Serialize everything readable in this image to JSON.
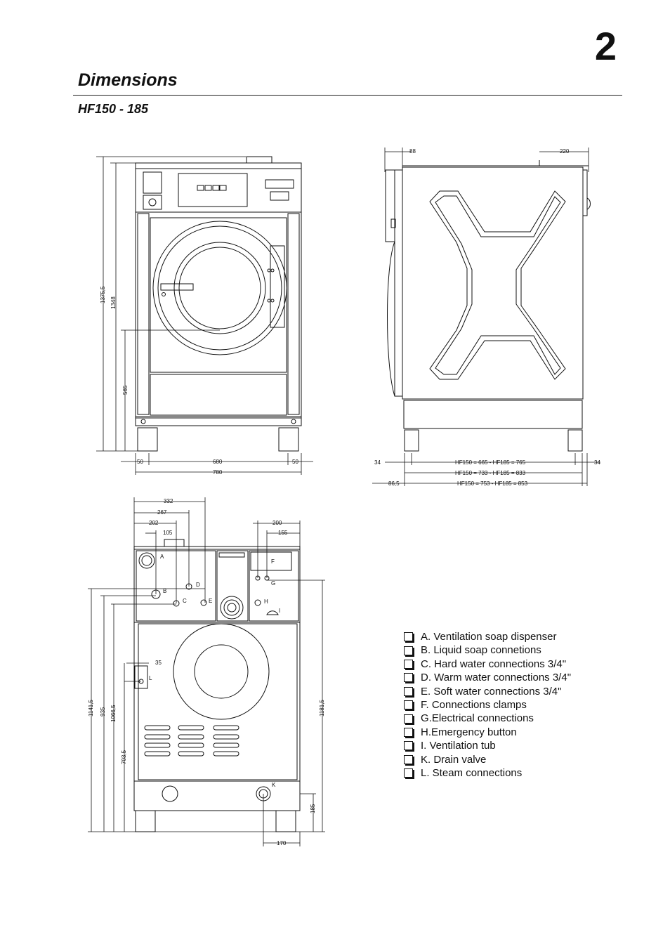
{
  "page": {
    "chapter_number": "2",
    "title": "Dimensions",
    "subtitle": "HF150 - 185"
  },
  "front_view": {
    "height_total": "1375,5",
    "height_body": "1348",
    "height_door_center": "565",
    "width_left_margin": "50",
    "width_inner": "680",
    "width_right_margin": "50",
    "width_total": "780"
  },
  "side_view": {
    "top_left_offset": "88",
    "top_right_offset": "220",
    "left_offset": "34",
    "right_offset": "34",
    "depth_inner": "HF150 = 665 - HF185 = 765",
    "depth_mid": "HF150 = 733 - HF185 = 833",
    "depth_total": "HF150 = 753 - HF185 = 853",
    "left_extra": "86,5"
  },
  "rear_view": {
    "dim_332": "332",
    "dim_267": "267",
    "dim_202": "202",
    "dim_105": "105",
    "dim_200": "200",
    "dim_155": "155",
    "dim_35": "35",
    "dim_1141": "1141,5",
    "dim_935": "935",
    "dim_1066": "1066,5",
    "dim_703": "703,5",
    "dim_1181": "1181,5",
    "dim_185": "185",
    "dim_170": "170",
    "labels": {
      "a": "A",
      "b": "B",
      "c": "C",
      "d": "D",
      "e": "E",
      "f": "F",
      "g": "G",
      "h": "H",
      "i": "I",
      "k": "K",
      "l": "L"
    }
  },
  "legend": [
    "A. Ventilation soap dispenser",
    "B. Liquid soap connetions",
    "C. Hard water connections 3/4\"",
    "D. Warm water connections 3/4\"",
    "E. Soft water connections 3/4\"",
    "F. Connections clamps",
    "G.Electrical connections",
    "H.Emergency button",
    "I.  Ventilation tub",
    "K. Drain valve",
    "L. Steam connections"
  ]
}
